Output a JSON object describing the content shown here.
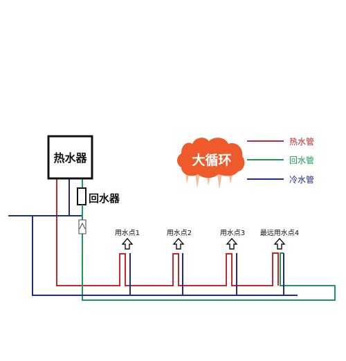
{
  "heater": {
    "label": "热水器"
  },
  "return_device": {
    "label": "回水器"
  },
  "badge": {
    "label": "大循环"
  },
  "legend": {
    "items": [
      {
        "label": "热水管",
        "color": "#c0282d"
      },
      {
        "label": "回水管",
        "color": "#1c9a55"
      },
      {
        "label": "冷水管",
        "color": "#1f2a8a"
      }
    ]
  },
  "points": [
    {
      "label": "用水点1"
    },
    {
      "label": "用水点2"
    },
    {
      "label": "用水点3"
    },
    {
      "label": "最远用水点4"
    }
  ],
  "colors": {
    "hot": "#c0282d",
    "return": "#1c9a55",
    "cold": "#1f2a8a",
    "badge_fill": "#ee5a2a",
    "badge_drip": "#f6b99a"
  }
}
